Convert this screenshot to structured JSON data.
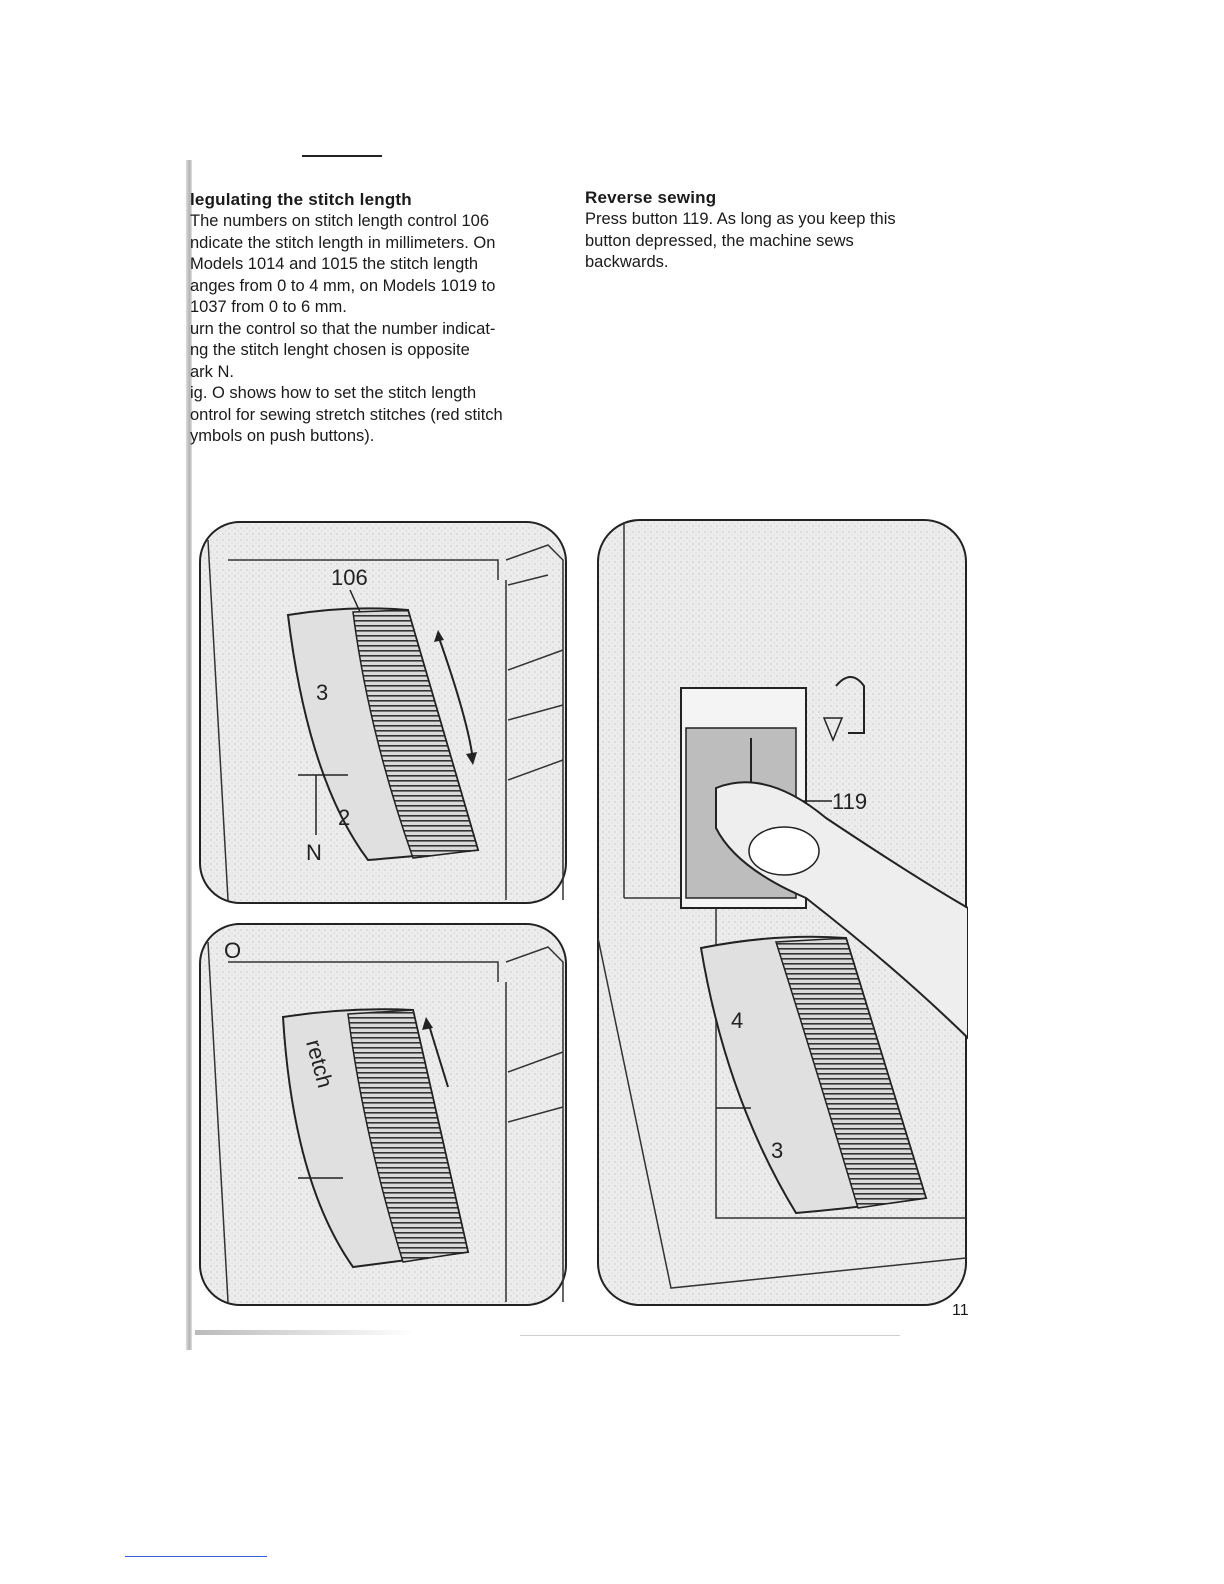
{
  "left_section": {
    "heading": "legulating the stitch length",
    "body": "The numbers on stitch length control 106\nndicate the stitch length in millimeters. On\nModels 1014 and 1015 the stitch length\nanges from 0 to 4 mm, on Models 1019 to\n1037 from 0 to 6 mm.\nurn the control so that the number indicat-\nng the stitch lenght chosen is opposite\nark N.\nig. O shows how to set the stitch length\nontrol for sewing stretch stitches (red stitch\nymbols on push buttons)."
  },
  "right_section": {
    "heading": "Reverse sewing",
    "body": "Press button 119. As long as you keep this\nbutton depressed, the machine sews\nbackwards."
  },
  "figures": {
    "fig_top_left": {
      "callout": "106",
      "dial_top_numeral": "3",
      "dial_bottom_numeral": "2",
      "mark_label": "N"
    },
    "fig_bottom_left": {
      "fig_label": "O",
      "dial_text": "retch"
    },
    "fig_right": {
      "callout": "119",
      "dial_top_numeral": "4",
      "dial_bottom_numeral": "3"
    }
  },
  "page_number": "11"
}
